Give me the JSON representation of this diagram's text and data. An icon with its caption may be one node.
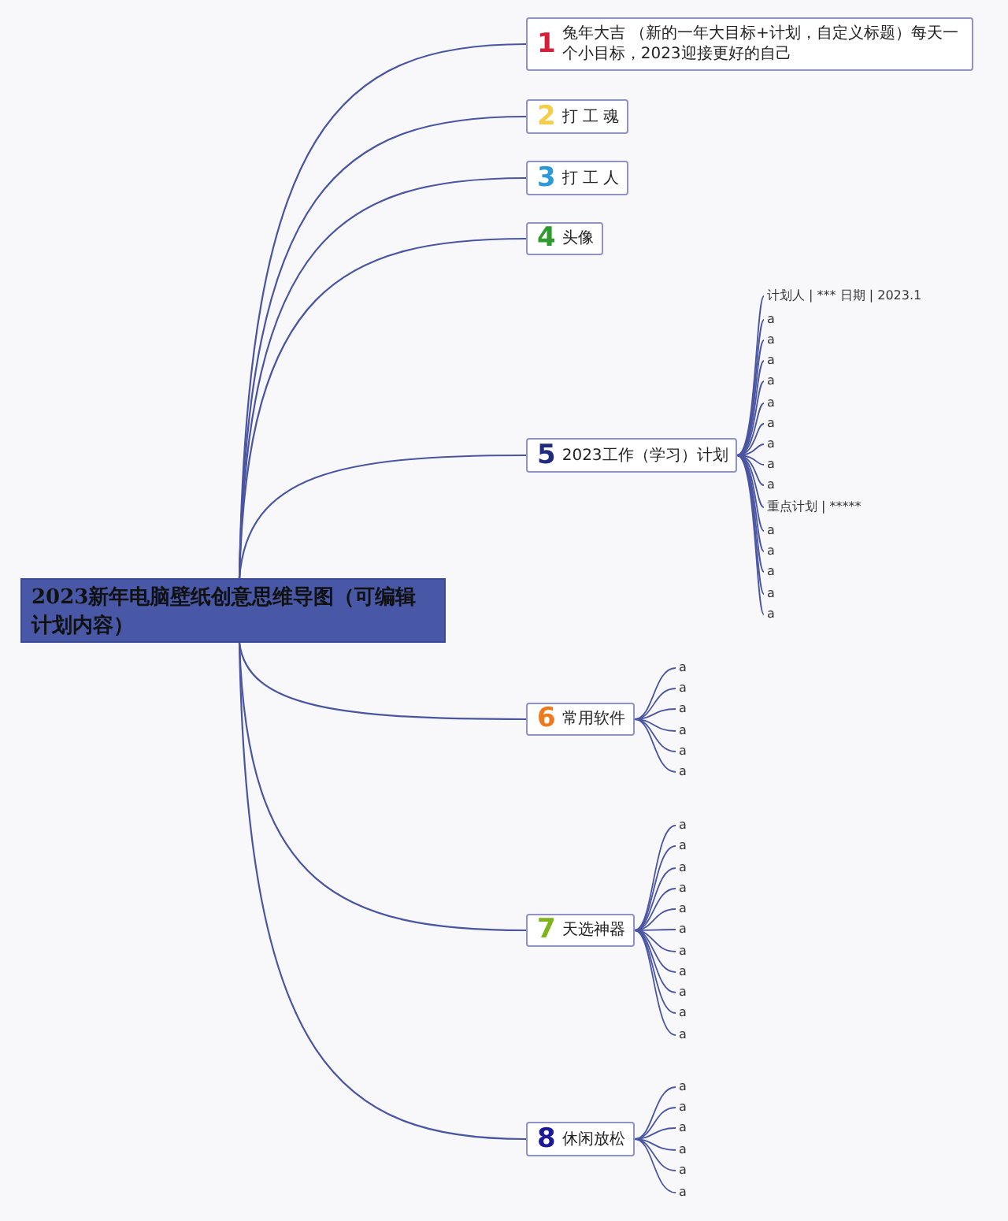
{
  "diagram": {
    "nodes": [
      {
        "text": [
          "2023新年电脑壁纸创意思维导图（可编辑计划内容）"
        ]
      },
      {
        "text": [
          "1",
          "兔年大吉 （新的一年大目标+计划，自定义标题）每天一个小目标，2023迎接更好的自己"
        ]
      },
      {
        "text": [
          "2",
          "打 工 魂"
        ]
      },
      {
        "text": [
          "3",
          "打 工 人"
        ]
      },
      {
        "text": [
          "4",
          "头像"
        ]
      },
      {
        "text": [
          "5",
          "2023工作（学习）计划"
        ]
      },
      {
        "text": [
          "计划人 | *** 日期 | 2023.1"
        ]
      },
      {
        "text": [
          "a"
        ]
      },
      {
        "text": [
          "a"
        ]
      },
      {
        "text": [
          "a"
        ]
      },
      {
        "text": [
          "a"
        ]
      },
      {
        "text": [
          "a"
        ]
      },
      {
        "text": [
          "a"
        ]
      },
      {
        "text": [
          "a"
        ]
      },
      {
        "text": [
          "a"
        ]
      },
      {
        "text": [
          "a"
        ]
      },
      {
        "text": [
          "重点计划 | *****"
        ]
      },
      {
        "text": [
          "a"
        ]
      },
      {
        "text": [
          "a"
        ]
      },
      {
        "text": [
          "a"
        ]
      },
      {
        "text": [
          "a"
        ]
      },
      {
        "text": [
          "a"
        ]
      },
      {
        "text": [
          "6",
          "常用软件"
        ]
      },
      {
        "text": [
          "a"
        ]
      },
      {
        "text": [
          "a"
        ]
      },
      {
        "text": [
          "a"
        ]
      },
      {
        "text": [
          "a"
        ]
      },
      {
        "text": [
          "a"
        ]
      },
      {
        "text": [
          "a"
        ]
      },
      {
        "text": [
          "7",
          "天选神器"
        ]
      },
      {
        "text": [
          "a"
        ]
      },
      {
        "text": [
          "a"
        ]
      },
      {
        "text": [
          "a"
        ]
      },
      {
        "text": [
          "a"
        ]
      },
      {
        "text": [
          "a"
        ]
      },
      {
        "text": [
          "a"
        ]
      },
      {
        "text": [
          "a"
        ]
      },
      {
        "text": [
          "a"
        ]
      },
      {
        "text": [
          "a"
        ]
      },
      {
        "text": [
          "a"
        ]
      },
      {
        "text": [
          "a"
        ]
      },
      {
        "text": [
          "8",
          "休闲放松"
        ]
      },
      {
        "text": [
          "a"
        ]
      },
      {
        "text": [
          "a"
        ]
      },
      {
        "text": [
          "a"
        ]
      },
      {
        "text": [
          "a"
        ]
      },
      {
        "text": [
          "a"
        ]
      },
      {
        "text": [
          "a"
        ]
      }
    ],
    "edges": [
      {
        "from": 0,
        "to": 1,
        "arrow": "none"
      },
      {
        "from": 0,
        "to": 2,
        "arrow": "none"
      },
      {
        "from": 0,
        "to": 3,
        "arrow": "none"
      },
      {
        "from": 0,
        "to": 4,
        "arrow": "none"
      },
      {
        "from": 0,
        "to": 5,
        "arrow": "none"
      },
      {
        "from": 0,
        "to": 22,
        "arrow": "none"
      },
      {
        "from": 0,
        "to": 29,
        "arrow": "none"
      },
      {
        "from": 0,
        "to": 41,
        "arrow": "none"
      },
      {
        "from": 5,
        "to": 6,
        "arrow": "none"
      },
      {
        "from": 5,
        "to": 7,
        "arrow": "none"
      },
      {
        "from": 5,
        "to": 8,
        "arrow": "none"
      },
      {
        "from": 5,
        "to": 9,
        "arrow": "none"
      },
      {
        "from": 5,
        "to": 10,
        "arrow": "none"
      },
      {
        "from": 5,
        "to": 11,
        "arrow": "none"
      },
      {
        "from": 5,
        "to": 12,
        "arrow": "none"
      },
      {
        "from": 5,
        "to": 13,
        "arrow": "none"
      },
      {
        "from": 5,
        "to": 14,
        "arrow": "none"
      },
      {
        "from": 5,
        "to": 15,
        "arrow": "none"
      },
      {
        "from": 5,
        "to": 16,
        "arrow": "none"
      },
      {
        "from": 5,
        "to": 17,
        "arrow": "none"
      },
      {
        "from": 5,
        "to": 18,
        "arrow": "none"
      },
      {
        "from": 5,
        "to": 19,
        "arrow": "none"
      },
      {
        "from": 5,
        "to": 20,
        "arrow": "none"
      },
      {
        "from": 5,
        "to": 21,
        "arrow": "none"
      },
      {
        "from": 22,
        "to": 23,
        "arrow": "none"
      },
      {
        "from": 22,
        "to": 24,
        "arrow": "none"
      },
      {
        "from": 22,
        "to": 25,
        "arrow": "none"
      },
      {
        "from": 22,
        "to": 26,
        "arrow": "none"
      },
      {
        "from": 22,
        "to": 27,
        "arrow": "none"
      },
      {
        "from": 22,
        "to": 28,
        "arrow": "none"
      },
      {
        "from": 29,
        "to": 30,
        "arrow": "none"
      },
      {
        "from": 29,
        "to": 31,
        "arrow": "none"
      },
      {
        "from": 29,
        "to": 32,
        "arrow": "none"
      },
      {
        "from": 29,
        "to": 33,
        "arrow": "none"
      },
      {
        "from": 29,
        "to": 34,
        "arrow": "none"
      },
      {
        "from": 29,
        "to": 35,
        "arrow": "none"
      },
      {
        "from": 29,
        "to": 36,
        "arrow": "none"
      },
      {
        "from": 29,
        "to": 37,
        "arrow": "none"
      },
      {
        "from": 29,
        "to": 38,
        "arrow": "none"
      },
      {
        "from": 29,
        "to": 39,
        "arrow": "none"
      },
      {
        "from": 29,
        "to": 40,
        "arrow": "none"
      },
      {
        "from": 41,
        "to": 42,
        "arrow": "none"
      },
      {
        "from": 41,
        "to": 43,
        "arrow": "none"
      },
      {
        "from": 41,
        "to": 44,
        "arrow": "none"
      },
      {
        "from": 41,
        "to": 45,
        "arrow": "none"
      },
      {
        "from": 41,
        "to": 46,
        "arrow": "none"
      },
      {
        "from": 41,
        "to": 47,
        "arrow": "none"
      }
    ]
  }
}
